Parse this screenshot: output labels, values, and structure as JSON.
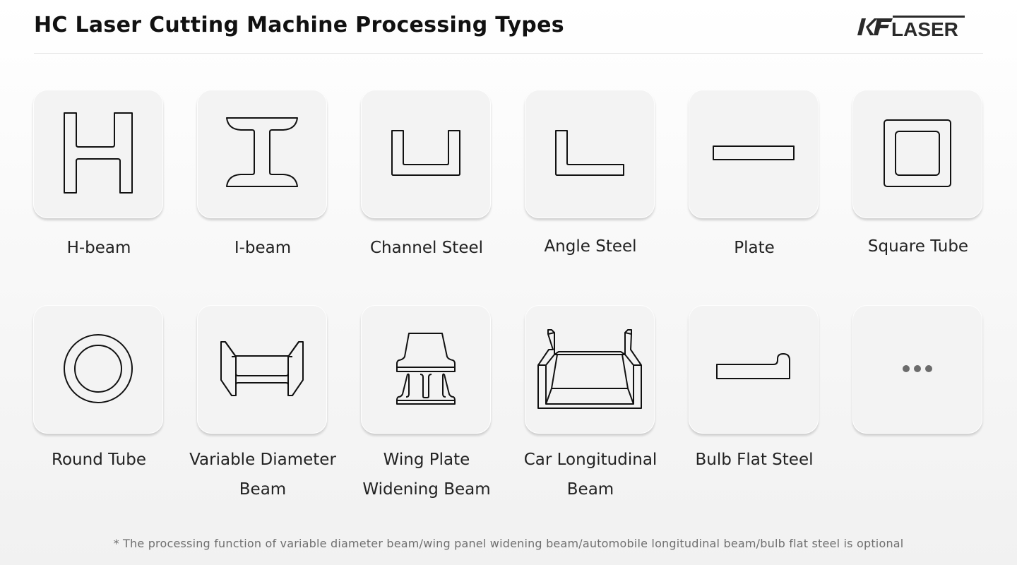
{
  "header": {
    "title": "HC Laser Cutting Machine Processing Types",
    "logo_text": "LASER",
    "logo_mark": "KF"
  },
  "items": [
    {
      "label": "H-beam",
      "icon": "h-beam-icon"
    },
    {
      "label": "I-beam",
      "icon": "i-beam-icon"
    },
    {
      "label": "Channel Steel",
      "icon": "channel-steel-icon"
    },
    {
      "label": "Angle Steel",
      "icon": "angle-steel-icon"
    },
    {
      "label": "Plate",
      "icon": "plate-icon"
    },
    {
      "label": "Square Tube",
      "icon": "square-tube-icon"
    },
    {
      "label": "Round Tube",
      "icon": "round-tube-icon"
    },
    {
      "label_line1": "Variable Diameter",
      "label_line2": "Beam",
      "icon": "variable-diameter-beam-icon"
    },
    {
      "label_line1": "Wing Plate",
      "label_line2": "Widening Beam",
      "icon": "wing-plate-widening-beam-icon"
    },
    {
      "label_line1": "Car Longitudinal",
      "label_line2": "Beam",
      "icon": "car-longitudinal-beam-icon"
    },
    {
      "label": "Bulb Flat Steel",
      "icon": "bulb-flat-steel-icon"
    },
    {
      "label": "",
      "icon": "more-dots-icon"
    }
  ],
  "footnote": "* The processing function of variable diameter beam/wing panel widening beam/automobile longitudinal beam/bulb flat steel is optional",
  "colors": {
    "card_bg": "#f3f3f3",
    "stroke": "#111111",
    "dots": "#6b6b6b",
    "footnote": "#6f6f6f"
  }
}
